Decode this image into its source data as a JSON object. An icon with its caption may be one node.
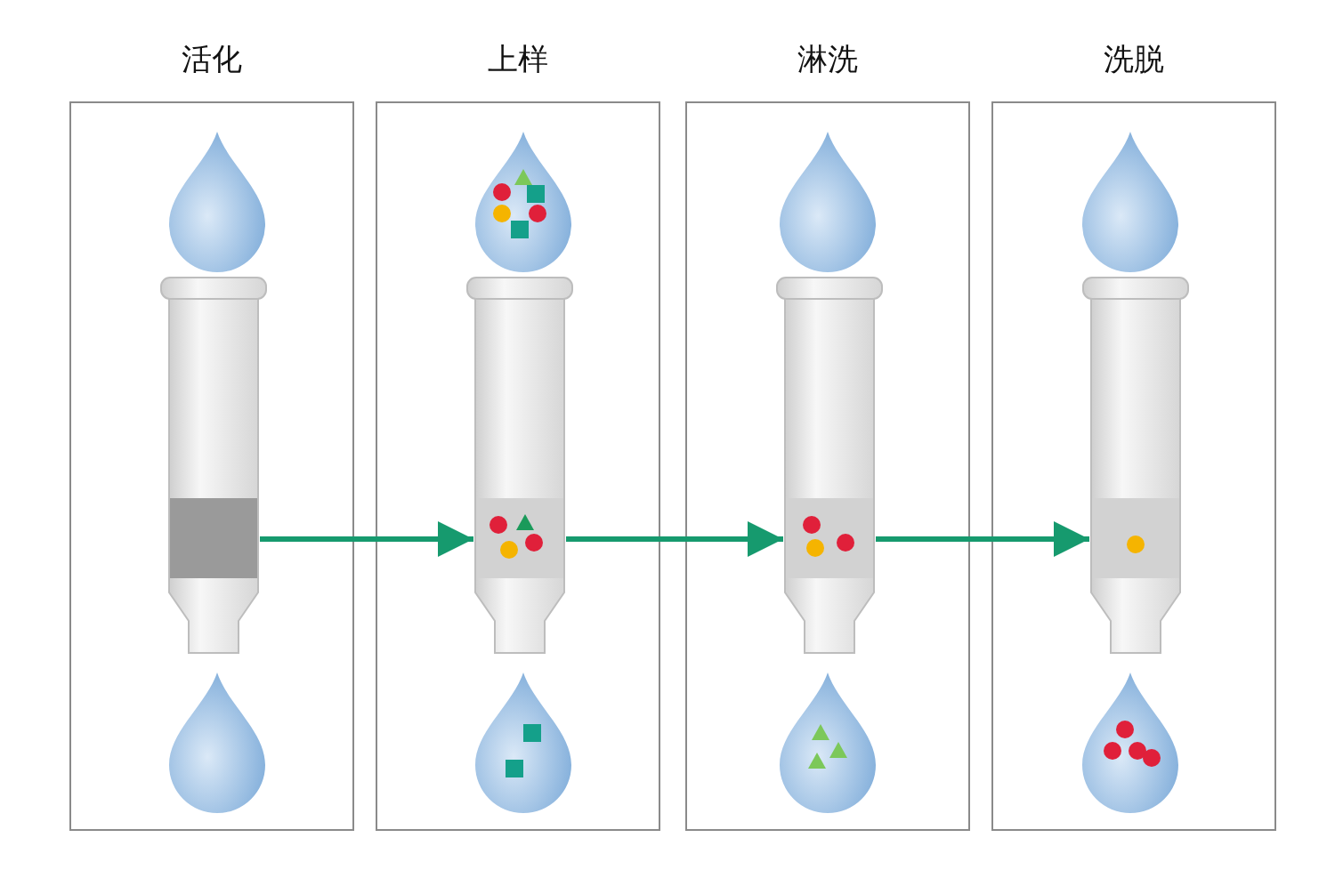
{
  "diagram": {
    "nodes": [
      {
        "text": [
          "活化"
        ]
      },
      {
        "text": [
          "上样"
        ]
      },
      {
        "text": [
          "淋洗"
        ]
      },
      {
        "text": [
          "洗脱"
        ]
      },
      {
        "text": [],
        "shape": "picture",
        "in": 0
      },
      {
        "text": [],
        "shape": "picture",
        "in": 1
      },
      {
        "text": [],
        "shape": "picture",
        "in": 2
      },
      {
        "text": [],
        "shape": "picture",
        "in": 3
      }
    ],
    "edges": [
      {
        "from": 4,
        "to": 5,
        "arrow": "to",
        "color": "#169a6e"
      },
      {
        "from": 5,
        "to": 6,
        "arrow": "to",
        "color": "#169a6e"
      },
      {
        "from": 6,
        "to": 7,
        "arrow": "to",
        "color": "#169a6e"
      }
    ]
  }
}
